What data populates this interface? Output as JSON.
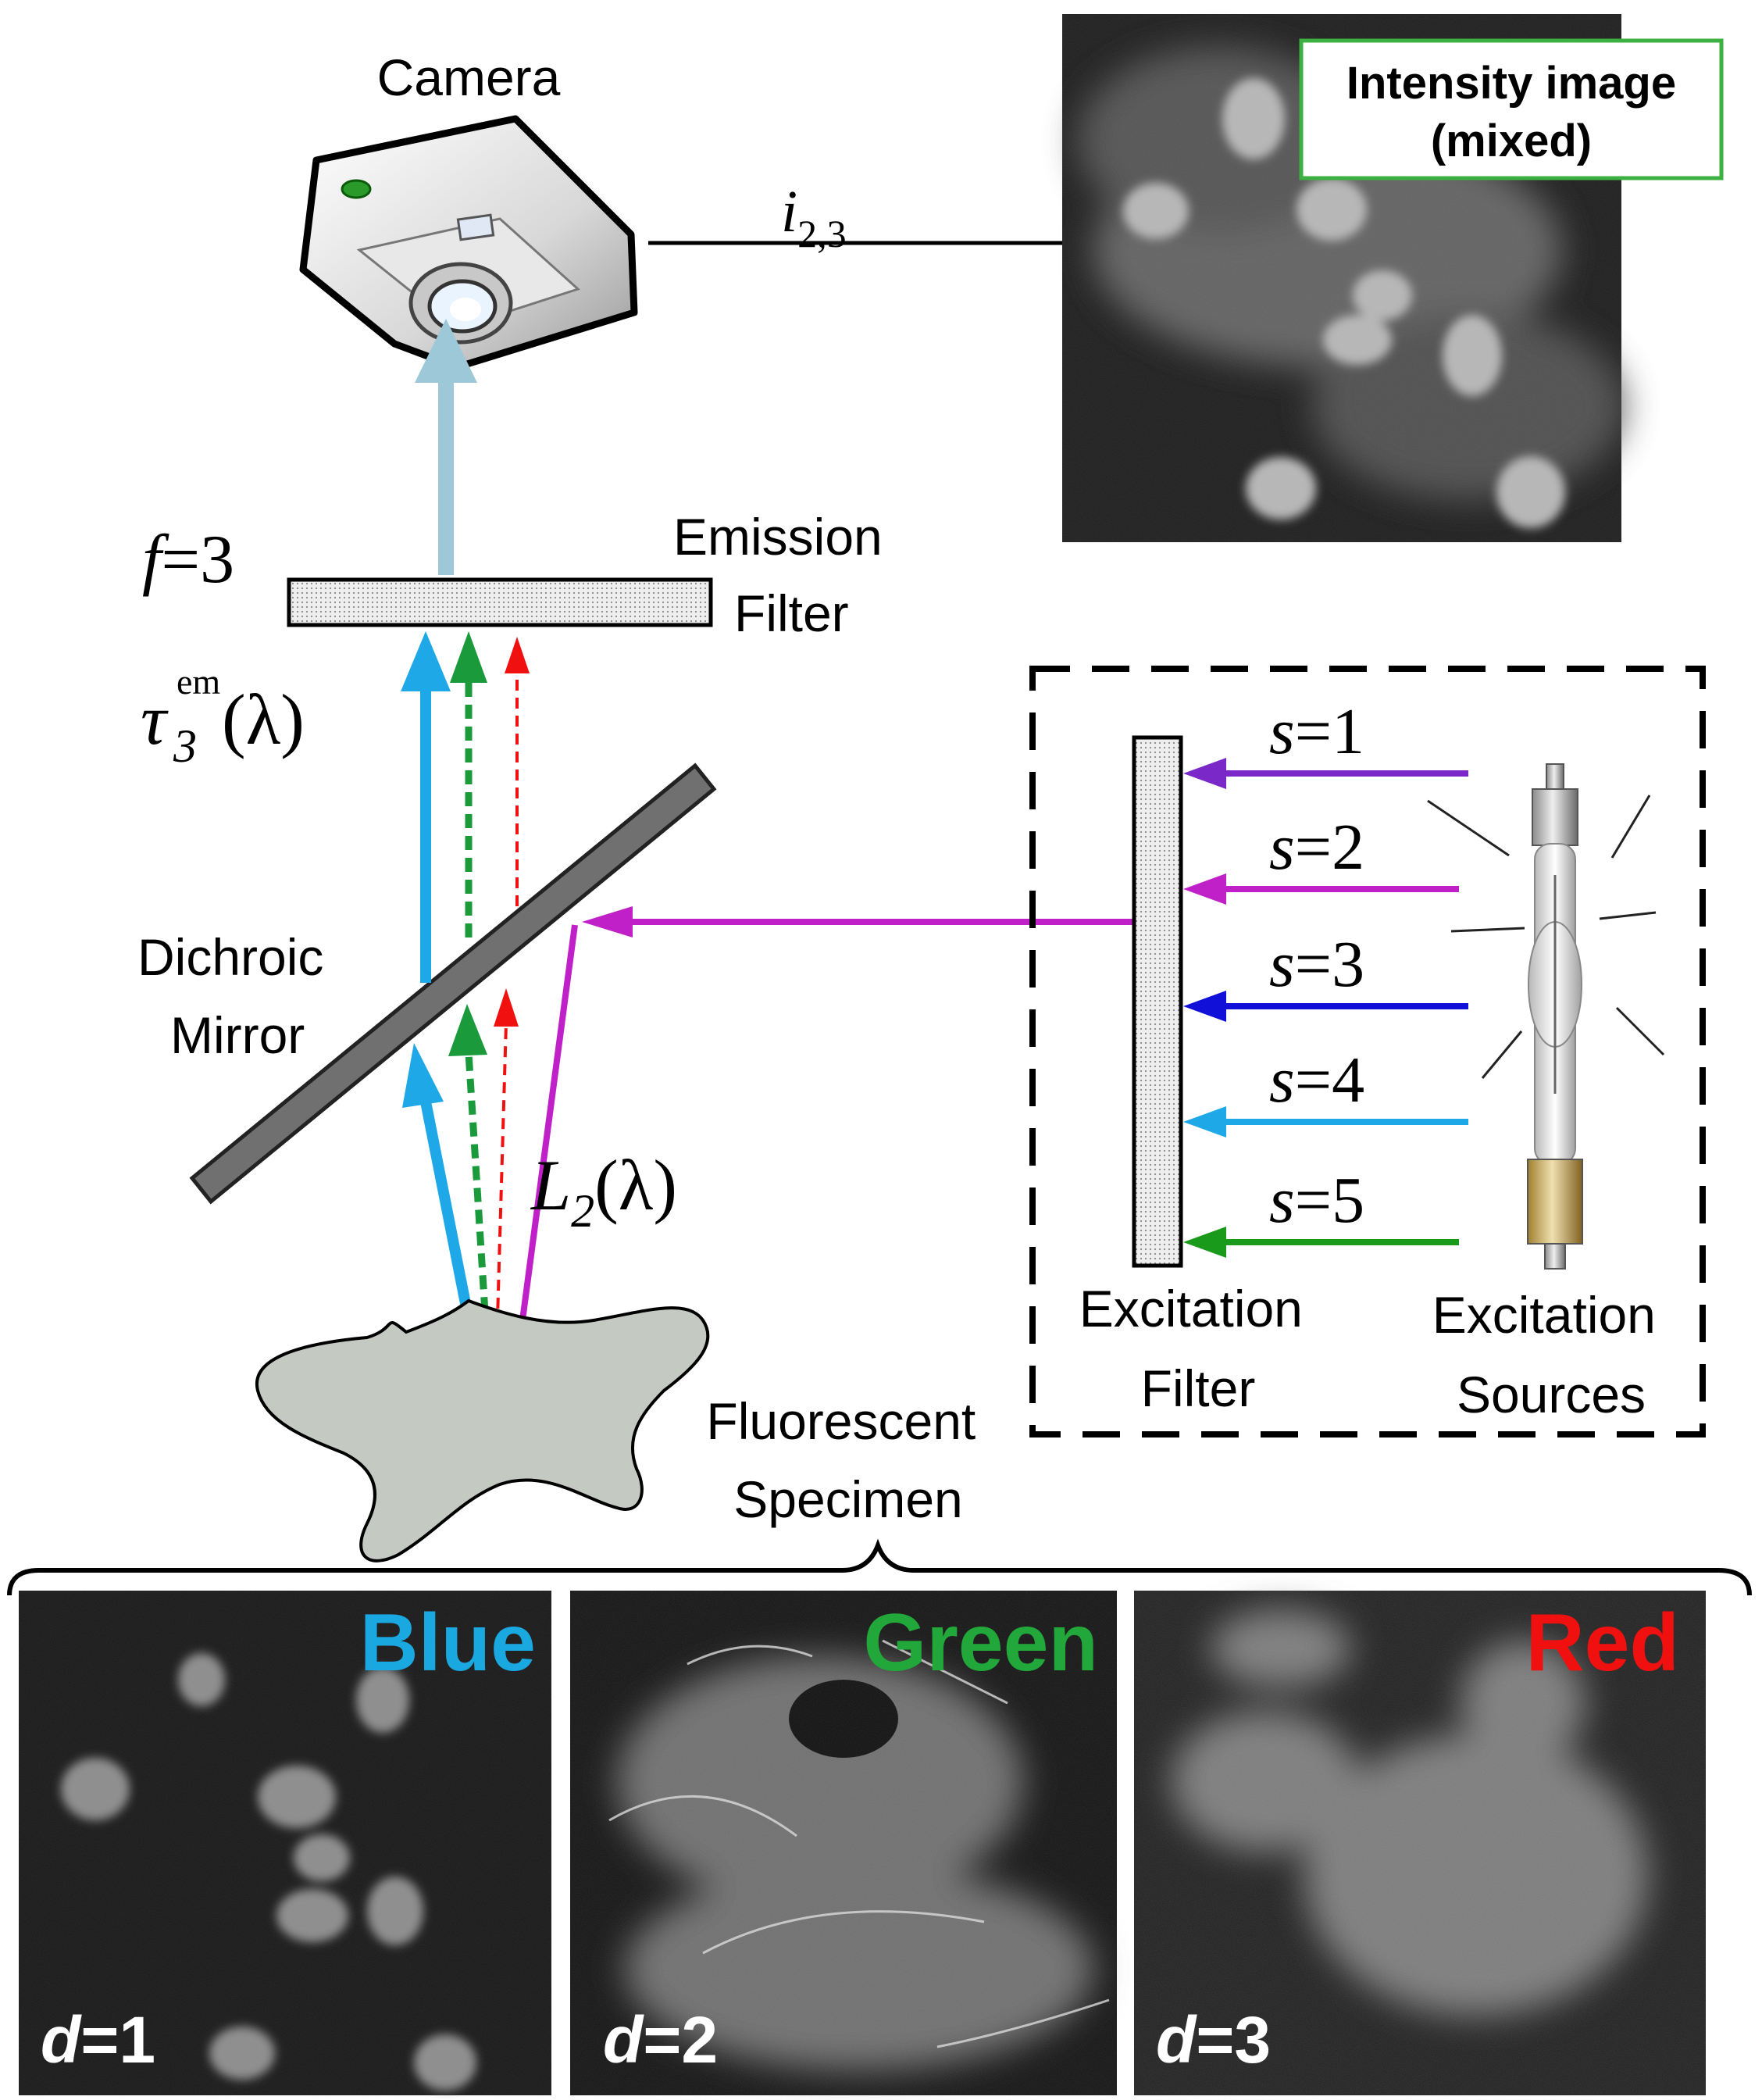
{
  "labels": {
    "camera": "Camera",
    "intensity_title_1": "Intensity image",
    "intensity_title_2": "(mixed)",
    "output_var": "i",
    "output_sub": "2,3",
    "filter_var": "f",
    "filter_val": "=3",
    "tau_var": "τ",
    "tau_sub": "3",
    "tau_sup": "em",
    "tau_arg": "(λ)",
    "emission_1": "Emission",
    "emission_2": "Filter",
    "dichroic_1": "Dichroic",
    "dichroic_2": "Mirror",
    "light_var": "L",
    "light_sub": "2",
    "light_arg": "(λ)",
    "excitation_filter_1": "Excitation",
    "excitation_filter_2": "Filter",
    "excitation_sources_1": "Excitation",
    "excitation_sources_2": "Sources",
    "specimen_1": "Fluorescent",
    "specimen_2": "Specimen"
  },
  "sources": [
    {
      "var": "s",
      "val": "=1",
      "color": "#7a28c8"
    },
    {
      "var": "s",
      "val": "=2",
      "color": "#c020c8"
    },
    {
      "var": "s",
      "val": "=3",
      "color": "#1010d8"
    },
    {
      "var": "s",
      "val": "=4",
      "color": "#1ea8e8"
    },
    {
      "var": "s",
      "val": "=5",
      "color": "#1a9a1a"
    }
  ],
  "panels": [
    {
      "name": "Blue",
      "color": "#1aa8e0",
      "var": "d",
      "val": "=1"
    },
    {
      "name": "Green",
      "color": "#22a83a",
      "var": "d",
      "val": "=2"
    },
    {
      "name": "Red",
      "color": "#f01010",
      "var": "d",
      "val": "=3"
    }
  ],
  "colors": {
    "blue_emission": "#1ea8e8",
    "green_emission": "#1a9a3a",
    "red_emission": "#f01010",
    "excitation_path": "#c020c8",
    "camera_beam": "#9cc8d8",
    "intensity_box_border": "#3cb040"
  }
}
